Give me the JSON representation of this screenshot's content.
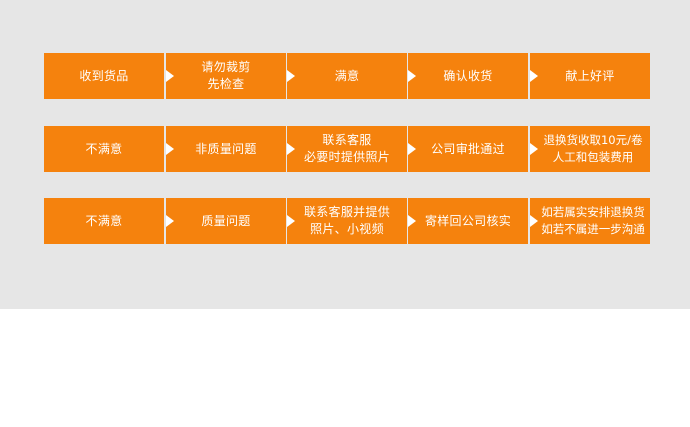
{
  "colors": {
    "panel_bg": "#e6e6e6",
    "step_bg": "#f5820d",
    "text": "#ffffff"
  },
  "rows": [
    {
      "steps": [
        "收到货品",
        "请勿裁剪\n先检查",
        "满意",
        "确认收货",
        "献上好评"
      ]
    },
    {
      "steps": [
        "不满意",
        "非质量问题",
        "联系客服\n必要时提供照片",
        "公司审批通过",
        "退换货收取10元/卷\n人工和包装费用"
      ]
    },
    {
      "steps": [
        "不满意",
        "质量问题",
        "联系客服并提供\n照片、小视频",
        "寄样回公司核实",
        "如若属实安排退换货\n如若不属进一步沟通"
      ]
    }
  ]
}
